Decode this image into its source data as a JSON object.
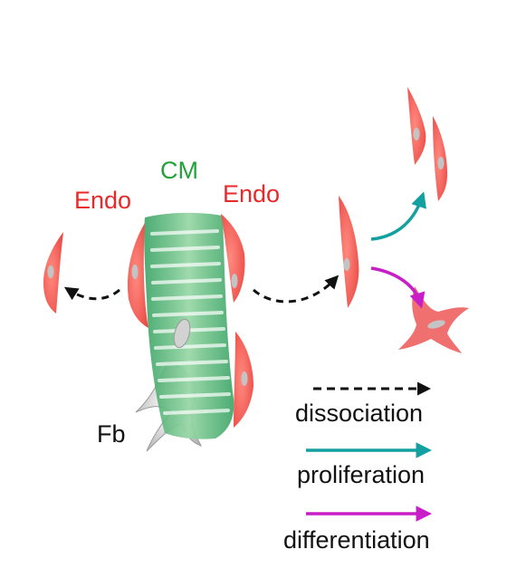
{
  "labels": {
    "cm": "CM",
    "endo_left": "Endo",
    "endo_right": "Endo",
    "fb": "Fb"
  },
  "legend": [
    {
      "label": "dissociation",
      "style": "dashed",
      "color": "#111111"
    },
    {
      "label": "proliferation",
      "style": "solid",
      "color": "#14a0a0"
    },
    {
      "label": "differentiation",
      "style": "solid",
      "color": "#c81ec8"
    }
  ],
  "colors": {
    "endothelial": "#f15a5a",
    "cardiomyocyte": "#3cb46e",
    "fibroblast": "#c8c8c8",
    "nucleus": "#b4b4b4"
  }
}
